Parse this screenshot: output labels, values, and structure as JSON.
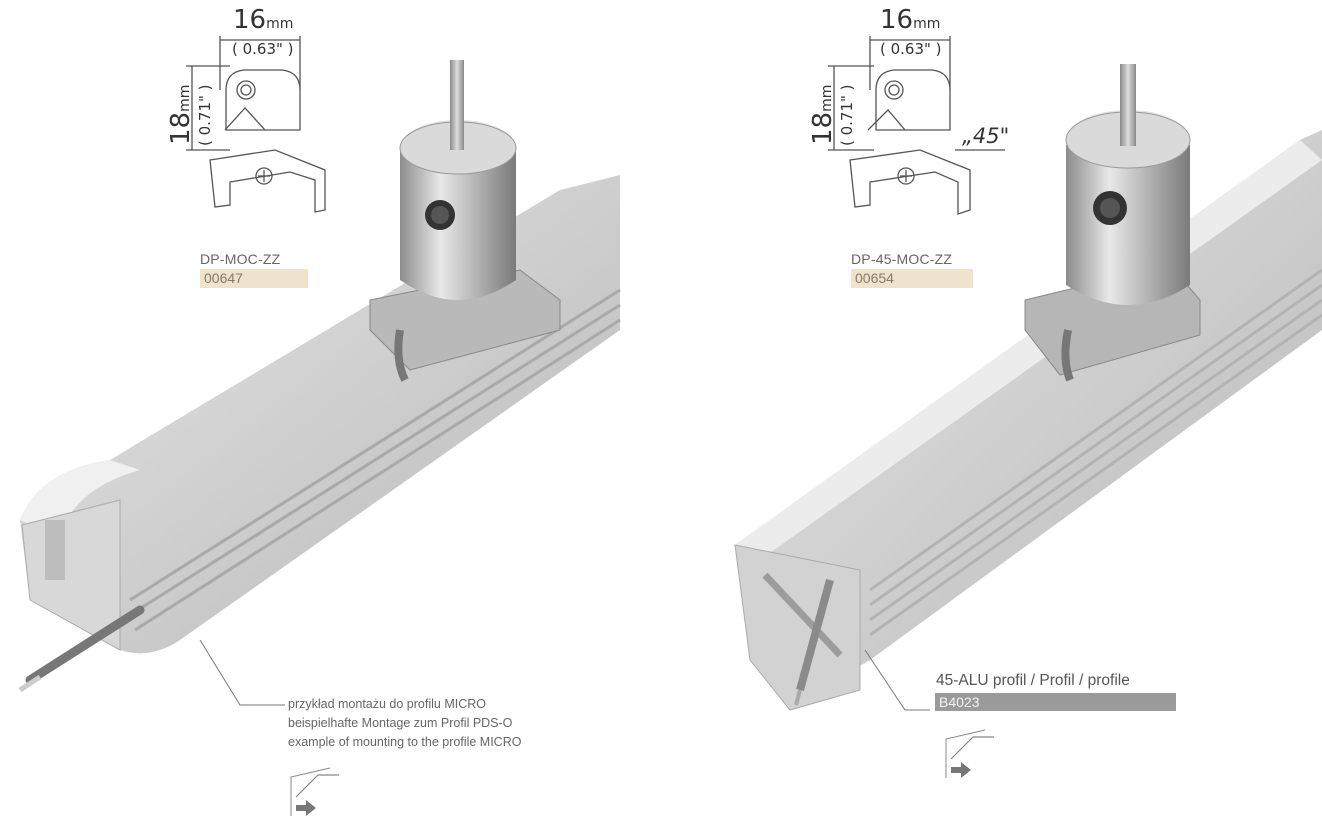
{
  "left": {
    "width_mm": "16",
    "mm_unit": "mm",
    "width_in": "( 0.63\" )",
    "height_mm": "18",
    "height_in": "( 0.71\" )",
    "product_name": "DP-MOC-ZZ",
    "product_code": "00647",
    "caption_pl": "przykład montażu do profilu MICRO",
    "caption_de": "beispielhafte Montage zum Profil PDS-O",
    "caption_en": "example of mounting to the profile MICRO"
  },
  "right": {
    "width_mm": "16",
    "mm_unit": "mm",
    "width_in": "( 0.63\" )",
    "height_mm": "18",
    "height_in": "( 0.71\" )",
    "angle_label": "„45\"",
    "product_name": "DP-45-MOC-ZZ",
    "product_code": "00654",
    "profile_title": "45-ALU profil / Profil / profile",
    "profile_code": "B4023"
  },
  "icons": [
    "mounting-icon",
    "mounting-icon"
  ],
  "colors": {
    "code_bg": "#efe3cd",
    "profile_code_bg": "#9a9a9a"
  }
}
